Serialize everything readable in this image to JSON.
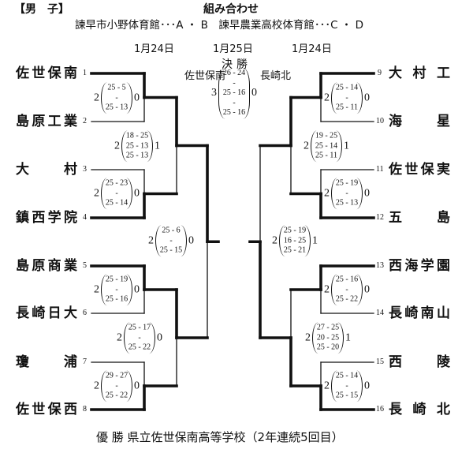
{
  "header": {
    "category": "【男　子】",
    "title": "組み合わせ",
    "venues": "諫早市小野体育館･･･A ・ B　諫早農業高校体育館･･･C ・ D"
  },
  "dates": {
    "left": "1月24日",
    "center": "1月25日",
    "right": "1月24日"
  },
  "final": {
    "label": "決勝",
    "left_team": "佐世保南",
    "right_team": "長崎北",
    "sets": [
      "3",
      "0"
    ],
    "games": [
      "26 - 24",
      "-",
      "25 - 16",
      "-",
      "25 - 16"
    ],
    "winner": "left"
  },
  "teams": {
    "left": [
      {
        "seed": "1",
        "name": "佐世保南"
      },
      {
        "seed": "2",
        "name": "島原工業"
      },
      {
        "seed": "3",
        "name": "大村"
      },
      {
        "seed": "4",
        "name": "鎮西学院"
      },
      {
        "seed": "5",
        "name": "島原商業"
      },
      {
        "seed": "6",
        "name": "長崎日大"
      },
      {
        "seed": "7",
        "name": "瓊浦"
      },
      {
        "seed": "8",
        "name": "佐世保西"
      }
    ],
    "right": [
      {
        "seed": "9",
        "name": "大村工"
      },
      {
        "seed": "10",
        "name": "海星"
      },
      {
        "seed": "11",
        "name": "佐世保実"
      },
      {
        "seed": "12",
        "name": "五島"
      },
      {
        "seed": "13",
        "name": "西海学園"
      },
      {
        "seed": "14",
        "name": "長崎南山"
      },
      {
        "seed": "15",
        "name": "西陵"
      },
      {
        "seed": "16",
        "name": "長崎北"
      }
    ]
  },
  "matches": [
    {
      "id": "L1",
      "sets": [
        "2",
        "0"
      ],
      "games": [
        "25 - 5",
        "-",
        "25 - 13"
      ],
      "winner": "top"
    },
    {
      "id": "L2",
      "sets": [
        "2",
        "0"
      ],
      "games": [
        "25 - 23",
        "-",
        "25 - 14"
      ],
      "winner": "bottom"
    },
    {
      "id": "L3",
      "sets": [
        "2",
        "0"
      ],
      "games": [
        "25 - 19",
        "-",
        "25 - 16"
      ],
      "winner": "top"
    },
    {
      "id": "L4",
      "sets": [
        "2",
        "0"
      ],
      "games": [
        "29 - 27",
        "-",
        "25 - 22"
      ],
      "winner": "bottom"
    },
    {
      "id": "L5",
      "sets": [
        "2",
        "1"
      ],
      "games": [
        "18 - 25",
        "25 - 13",
        "25 - 13"
      ],
      "winner": "top"
    },
    {
      "id": "L6",
      "sets": [
        "2",
        "0"
      ],
      "games": [
        "25 - 17",
        "-",
        "25 - 22"
      ],
      "winner": "top"
    },
    {
      "id": "L7",
      "sets": [
        "2",
        "0"
      ],
      "games": [
        "25 - 6",
        "-",
        "25 - 15"
      ],
      "winner": "top"
    },
    {
      "id": "R1",
      "sets": [
        "2",
        "0"
      ],
      "games": [
        "25 - 14",
        "-",
        "25 - 11"
      ],
      "winner": "top"
    },
    {
      "id": "R2",
      "sets": [
        "2",
        "0"
      ],
      "games": [
        "25 - 19",
        "-",
        "25 - 13"
      ],
      "winner": "bottom"
    },
    {
      "id": "R3",
      "sets": [
        "2",
        "0"
      ],
      "games": [
        "25 - 16",
        "-",
        "25 - 22"
      ],
      "winner": "top"
    },
    {
      "id": "R4",
      "sets": [
        "2",
        "0"
      ],
      "games": [
        "25 - 14",
        "-",
        "25 - 15"
      ],
      "winner": "bottom"
    },
    {
      "id": "R5",
      "sets": [
        "2",
        "1"
      ],
      "games": [
        "19 - 25",
        "25 - 14",
        "25 - 11"
      ],
      "winner": "top"
    },
    {
      "id": "R6",
      "sets": [
        "2",
        "1"
      ],
      "games": [
        "27 - 25",
        "20 - 25",
        "25 - 20"
      ],
      "winner": "bottom"
    },
    {
      "id": "R7",
      "sets": [
        "2",
        "1"
      ],
      "games": [
        "25 - 19",
        "16 - 25",
        "25 - 21"
      ],
      "winner": "bottom"
    }
  ],
  "champion": "優 勝  県立佐世保南高等学校（2年連続5回目）"
}
